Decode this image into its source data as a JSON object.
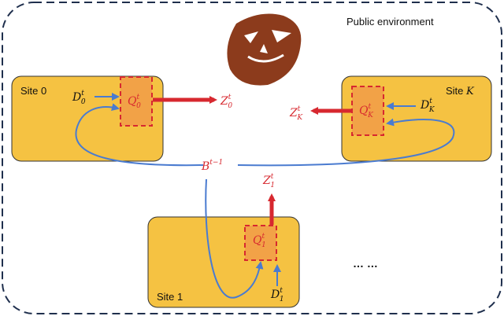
{
  "environment": {
    "label": "Public environment"
  },
  "sites": {
    "site0": {
      "label": "Site 0",
      "data_main": "D",
      "data_sup": "t",
      "data_sub": "0",
      "q_main": "Q",
      "q_sup": "t",
      "q_sub": "0",
      "z_main": "Z",
      "z_sup": "t",
      "z_sub": "0"
    },
    "siteK": {
      "label_prefix": "Site ",
      "label_var": "K",
      "data_main": "D",
      "data_sup": "t",
      "data_sub": "K",
      "q_main": "Q",
      "q_sup": "t",
      "q_sub": "K",
      "z_main": "Z",
      "z_sup": "t",
      "z_sub": "K"
    },
    "site1": {
      "label": "Site 1",
      "data_main": "D",
      "data_sup": "t",
      "data_sub": "1",
      "q_main": "Q",
      "q_sup": "t",
      "q_sub": "1",
      "z_main": "Z",
      "z_sup": "t",
      "z_sub": "1"
    }
  },
  "broadcast": {
    "main": "B",
    "sup": "t−1"
  },
  "ellipsis": "… …",
  "colors": {
    "site_fill": "#f5c242",
    "q_fill": "#f2a247",
    "red": "#d7282f",
    "blue": "#4a7bd0",
    "border": "#1f2f4d",
    "logo": "#8c3b1c"
  }
}
